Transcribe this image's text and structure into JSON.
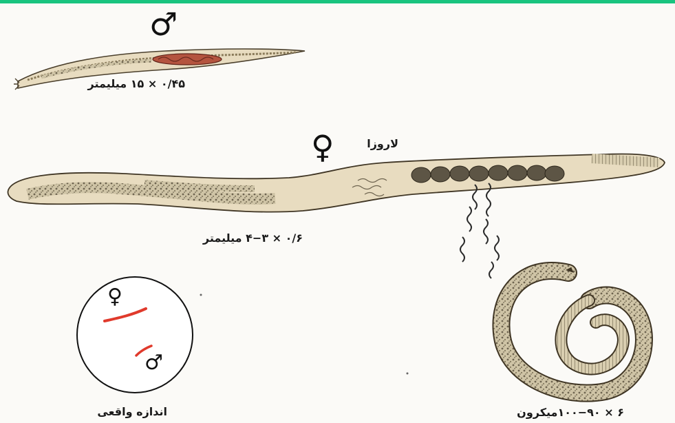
{
  "header": {
    "accent_color": "#19c47f"
  },
  "male_worm": {
    "symbol": "♂",
    "size_label": "۰/۴۵ × ۱۵ میلیمتر"
  },
  "female_worm": {
    "symbol": "♀",
    "larva_label": "لاروزا",
    "size_label": "۰/۶ × ۴−۳ میلیمتر"
  },
  "actual_size": {
    "title": "اندازه واقعی",
    "female_symbol": "♀",
    "male_symbol": "♂",
    "worm_color": "#e03a2c"
  },
  "larva": {
    "size_label": "۶ × ۱۰۰−۹۰میکرون"
  }
}
